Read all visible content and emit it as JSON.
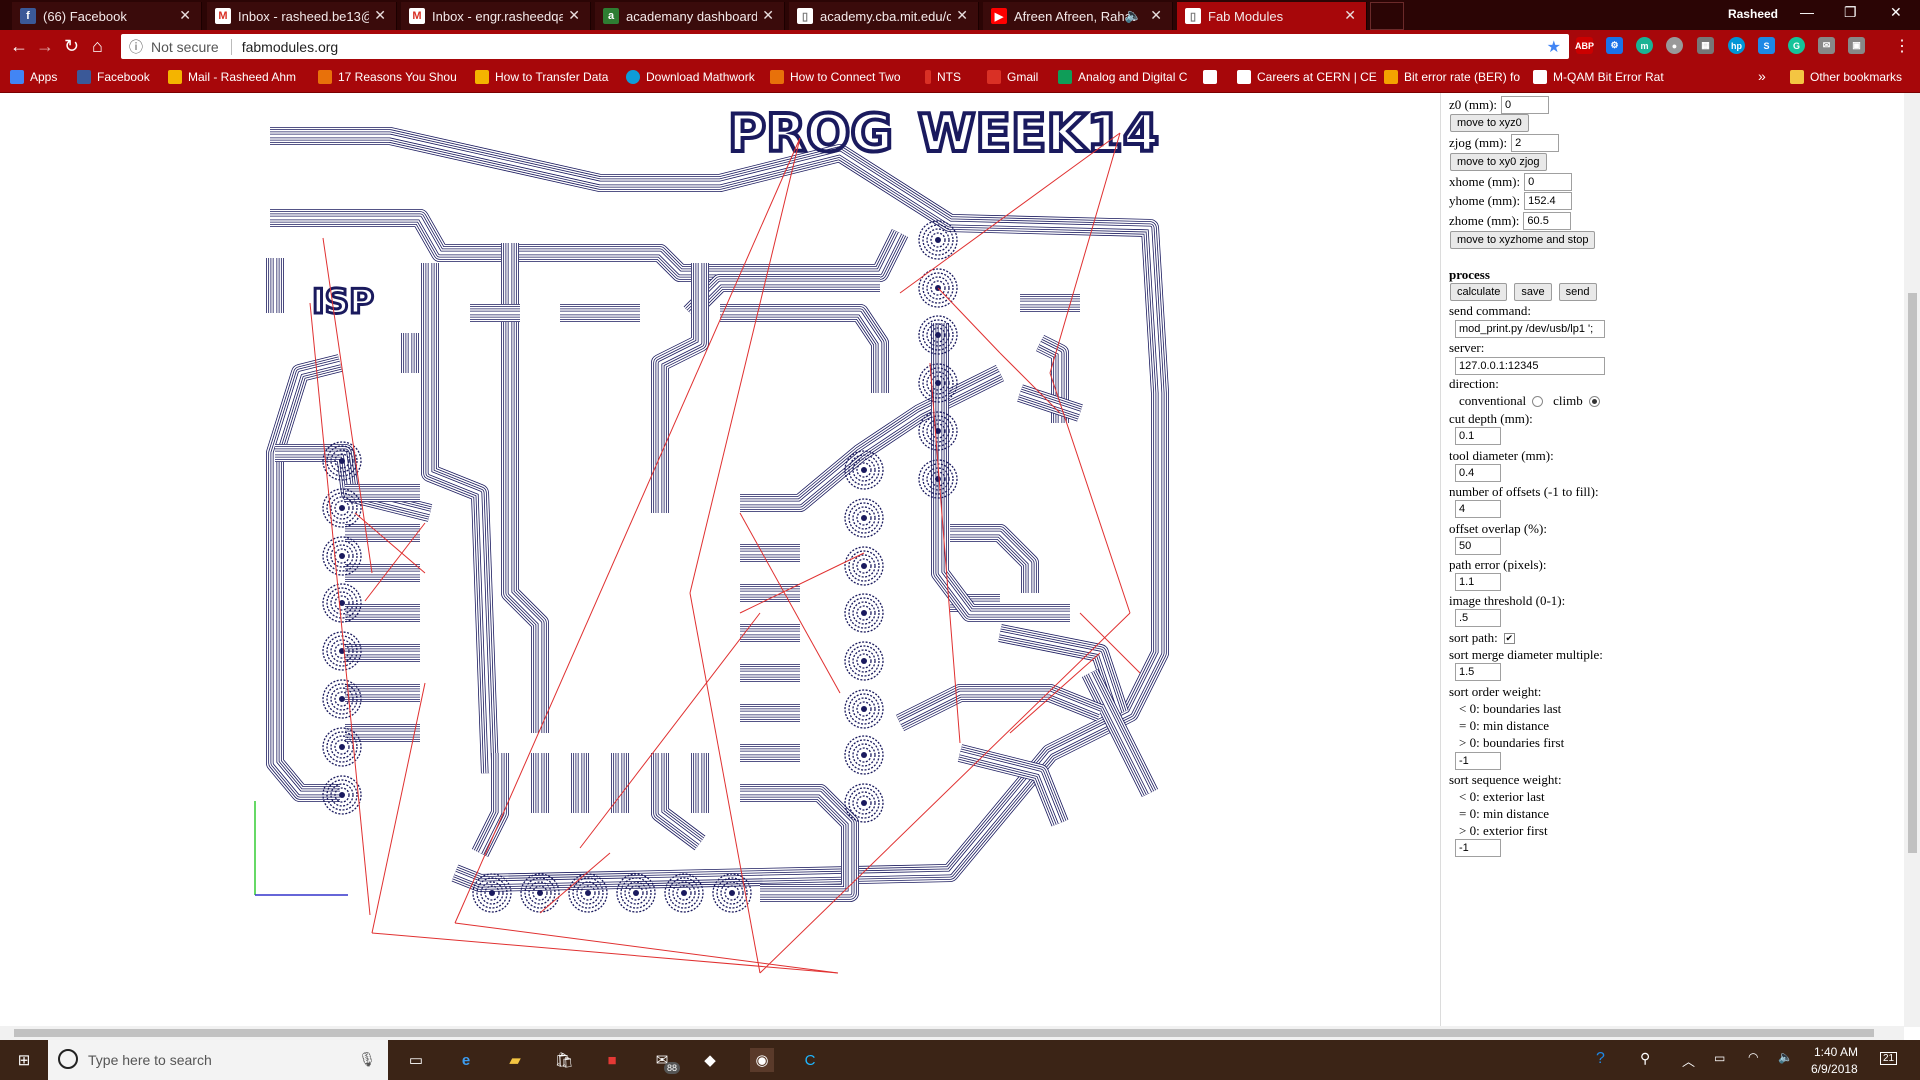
{
  "browser": {
    "tabs": [
      {
        "label": "(66) Facebook",
        "icon": "f",
        "color": "#3b5998"
      },
      {
        "label": "Inbox - rasheed.be13@ib",
        "icon": "M",
        "color": "#d93025"
      },
      {
        "label": "Inbox - engr.rasheedqazi",
        "icon": "M",
        "color": "#d93025"
      },
      {
        "label": "academany dashboard",
        "icon": "a",
        "color": "#2e7d32"
      },
      {
        "label": "academy.cba.mit.edu/cla",
        "icon": "▯",
        "color": "#777777"
      },
      {
        "label": "Afreen Afreen, Rahat",
        "icon": "▶",
        "color": "#ff0000"
      },
      {
        "label": "Fab Modules",
        "icon": "▯",
        "color": "#777777"
      }
    ],
    "user": "Rasheed",
    "security": "Not secure",
    "url": "fabmodules.org",
    "bookmarks": [
      {
        "label": "Apps",
        "color": "#4285f4"
      },
      {
        "label": "Facebook",
        "color": "#3b5998"
      },
      {
        "label": "Mail - Rasheed Ahm",
        "color": "#f4b400"
      },
      {
        "label": "17 Reasons You Shou",
        "color": "#e8710a"
      },
      {
        "label": "How to Transfer Data",
        "color": "#f4b400"
      },
      {
        "label": "Download Mathwork",
        "color": "#0e9cd8"
      },
      {
        "label": "How to Connect Two",
        "color": "#e8710a"
      },
      {
        "label": "NTS",
        "color": "#d93025"
      },
      {
        "label": "Gmail",
        "color": "#d93025"
      },
      {
        "label": "Analog and Digital C",
        "color": "#0f9d58"
      },
      {
        "label": "",
        "color": "#ffffff"
      },
      {
        "label": "Careers at CERN | CE",
        "color": "#ffffff"
      },
      {
        "label": "Bit error rate (BER) fo",
        "color": "#f4a300"
      },
      {
        "label": "M-QAM Bit Error Rat",
        "color": "#ffffff"
      }
    ],
    "other_bookmarks": "Other bookmarks",
    "more_bookmarks": "»"
  },
  "panel": {
    "z0_label": "z0 (mm):",
    "z0_value": "0",
    "move_xyz0": "move to xyz0",
    "zjog_label": "zjog (mm):",
    "zjog_value": "2",
    "move_xy0zjog": "move to xy0 zjog",
    "xhome_label": "xhome (mm):",
    "xhome_value": "0",
    "yhome_label": "yhome (mm):",
    "yhome_value": "152.4",
    "zhome_label": "zhome (mm):",
    "zhome_value": "60.5",
    "move_home": "move to xyzhome and stop",
    "process_heading": "process",
    "calculate": "calculate",
    "save": "save",
    "send": "send",
    "send_command_label": "send command:",
    "send_command_value": "mod_print.py /dev/usb/lp1 ';",
    "server_label": "server:",
    "server_value": "127.0.0.1:12345",
    "direction_label": "direction:",
    "conventional": "conventional",
    "climb": "climb",
    "cut_depth_label": "cut depth (mm):",
    "cut_depth_value": "0.1",
    "tool_diameter_label": "tool diameter (mm):",
    "tool_diameter_value": "0.4",
    "offsets_label": "number of offsets (-1 to fill):",
    "offsets_value": "4",
    "overlap_label": "offset overlap (%):",
    "overlap_value": "50",
    "path_error_label": "path error (pixels):",
    "path_error_value": "1.1",
    "threshold_label": "image threshold (0-1):",
    "threshold_value": ".5",
    "sort_path_label": "sort path:",
    "merge_label": "sort merge diameter multiple:",
    "merge_value": "1.5",
    "order_weight_label": "sort order weight:",
    "order_lt": "< 0: boundaries last",
    "order_eq": "= 0: min distance",
    "order_gt": "> 0: boundaries first",
    "order_value": "-1",
    "seq_weight_label": "sort sequence weight:",
    "seq_lt": "< 0: exterior last",
    "seq_eq": "= 0: min distance",
    "seq_gt": "> 0: exterior first",
    "seq_value": "-1"
  },
  "board": {
    "label_left": "PROG",
    "label_right": "WEEK14",
    "label_chip": "ISP",
    "path_color": "#1a1a5e",
    "jump_color": "#e03030",
    "axis_y_color": "#33cc33",
    "axis_x_color": "#3333cc"
  },
  "taskbar": {
    "search_placeholder": "Type here to search",
    "mail_badge": "88",
    "time": "1:40 AM",
    "date": "6/9/2018",
    "notif": "21"
  }
}
